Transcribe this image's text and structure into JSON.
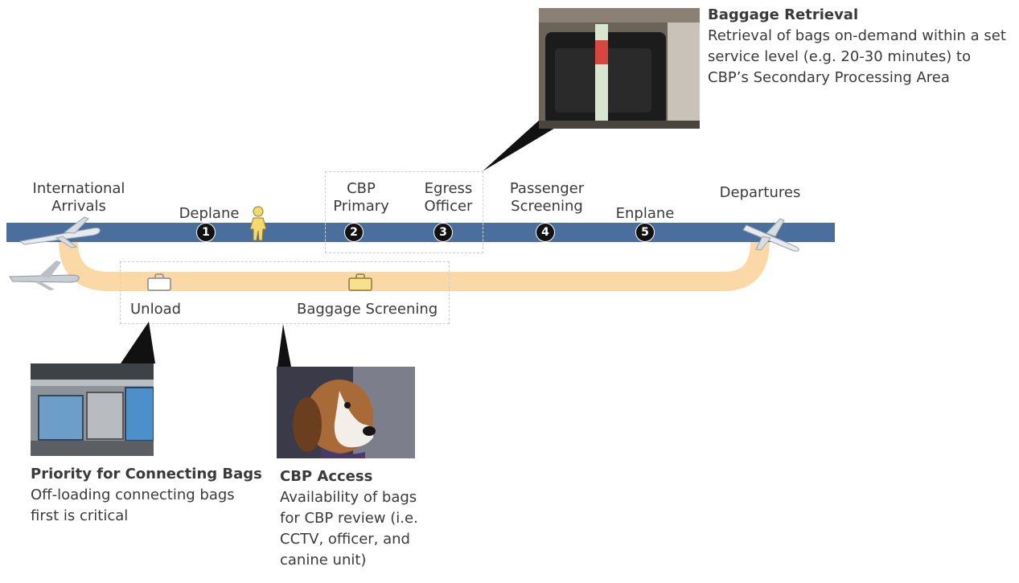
{
  "flow": {
    "start_label": "International Arrivals",
    "end_label": "Departures",
    "steps": [
      {
        "num": "1",
        "label": "Deplane"
      },
      {
        "num": "2",
        "label": "CBP Primary"
      },
      {
        "num": "3",
        "label": "Egress Officer"
      },
      {
        "num": "4",
        "label": "Passenger Screening"
      },
      {
        "num": "5",
        "label": "Enplane"
      }
    ]
  },
  "baggage_path": {
    "unload_label": "Unload",
    "screening_label": "Baggage Screening"
  },
  "callouts": {
    "retrieval": {
      "title": "Baggage Retrieval",
      "body": "Retrieval of bags on-demand within a set service level (e.g. 20-30 minutes) to CBP’s Secondary Processing Area"
    },
    "priority": {
      "title": "Priority for Connecting Bags",
      "body": "Off-loading connecting bags first is critical"
    },
    "cbp_access": {
      "title": "CBP Access",
      "body": "Availability of bags for CBP review (i.e. CCTV, officer, and canine unit)"
    }
  },
  "colors": {
    "passenger_path": "#4a6f9c",
    "baggage_path": "#fbd9a6",
    "step_badge": "#111111",
    "passenger_icon": "#f6d96b"
  },
  "icons": [
    "airplane-icon",
    "passenger-icon",
    "suitcase-icon",
    "bags-photo",
    "baggage-carts-photo",
    "beagle-photo"
  ]
}
